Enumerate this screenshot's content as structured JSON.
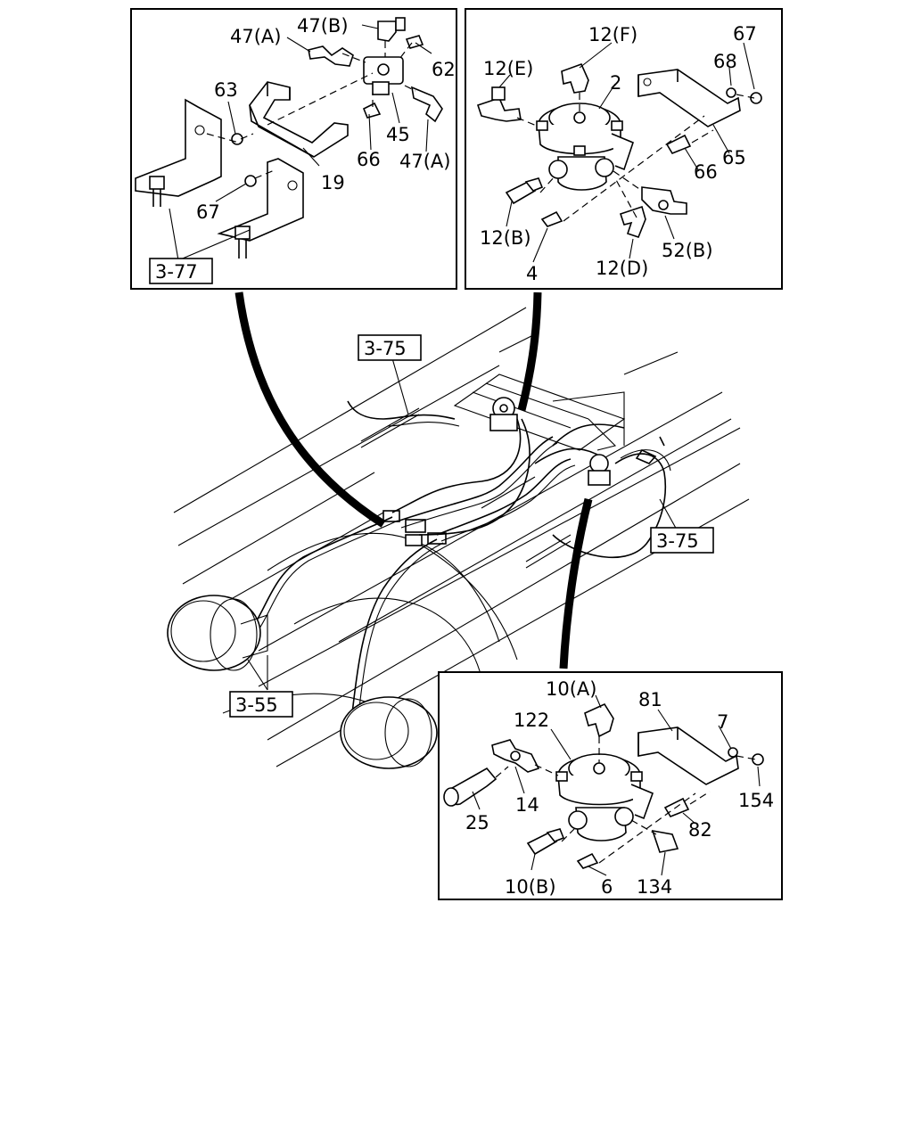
{
  "detail_top_left": {
    "labels": [
      "47(A)",
      "47(B)",
      "62",
      "63",
      "45",
      "66",
      "47(A)",
      "19",
      "67"
    ],
    "ref": "3-77"
  },
  "detail_top_right": {
    "labels": [
      "12(F)",
      "67",
      "12(E)",
      "2",
      "68",
      "65",
      "66",
      "12(B)",
      "4",
      "12(D)",
      "52(B)"
    ]
  },
  "main_view": {
    "refs": [
      "3-75",
      "3-75",
      "3-55"
    ]
  },
  "detail_bottom": {
    "labels": [
      "10(A)",
      "81",
      "122",
      "7",
      "14",
      "154",
      "25",
      "82",
      "10(B)",
      "6",
      "134"
    ]
  }
}
